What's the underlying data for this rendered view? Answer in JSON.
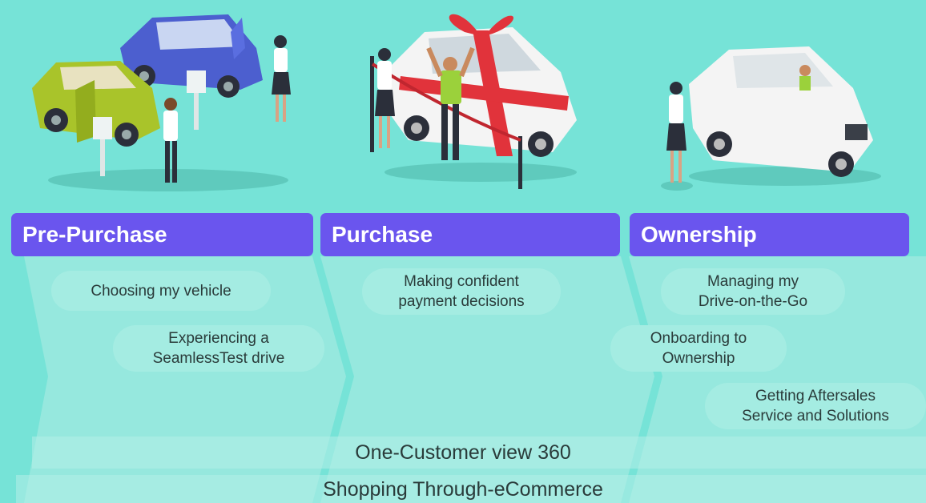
{
  "stages": [
    {
      "title": "Pre-Purchase",
      "items": [
        {
          "line1": "Choosing my vehicle",
          "line2": ""
        },
        {
          "line1": "Experiencing a",
          "line2": "SeamlessTest drive"
        }
      ]
    },
    {
      "title": "Purchase",
      "items": [
        {
          "line1": "Making confident",
          "line2": "payment decisions"
        }
      ]
    },
    {
      "title": "Ownership",
      "items": [
        {
          "line1": "Managing my",
          "line2": "Drive-on-the-Go"
        },
        {
          "line1": "Onboarding to",
          "line2": "Ownership"
        },
        {
          "line1": "Getting Aftersales",
          "line2": "Service and Solutions"
        }
      ]
    }
  ],
  "bands": {
    "customer_view": "One-Customer view 360",
    "ecommerce": "Shopping Through-eCommerce"
  },
  "colors": {
    "background": "#76e3d7",
    "header": "#6a55ee",
    "pill": "#a4ece2",
    "chevron": "#9fe9e0"
  },
  "illustrations": [
    "car-showroom-icon",
    "gift-car-icon",
    "car-owner-icon"
  ]
}
